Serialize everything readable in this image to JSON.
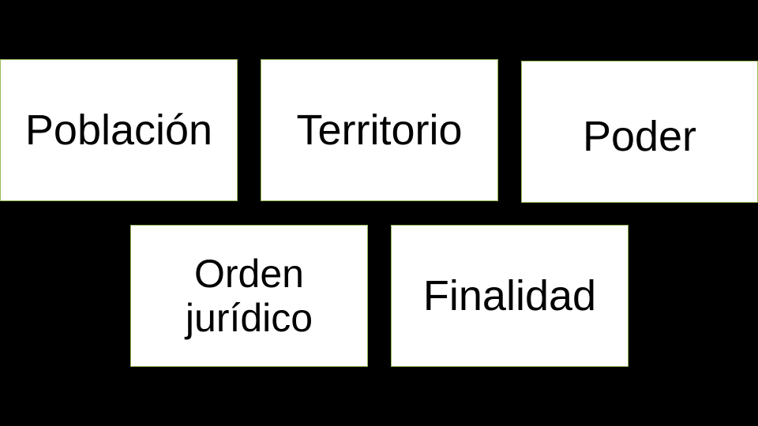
{
  "diagram": {
    "boxes": [
      {
        "label": "Población"
      },
      {
        "label": "Territorio"
      },
      {
        "label": "Poder"
      },
      {
        "line1": "Orden",
        "line2": "jurídico"
      },
      {
        "label": "Finalidad"
      }
    ],
    "colors": {
      "background": "#000000",
      "box_fill": "#ffffff",
      "box_border": "#9bbb59",
      "text": "#000000"
    }
  }
}
